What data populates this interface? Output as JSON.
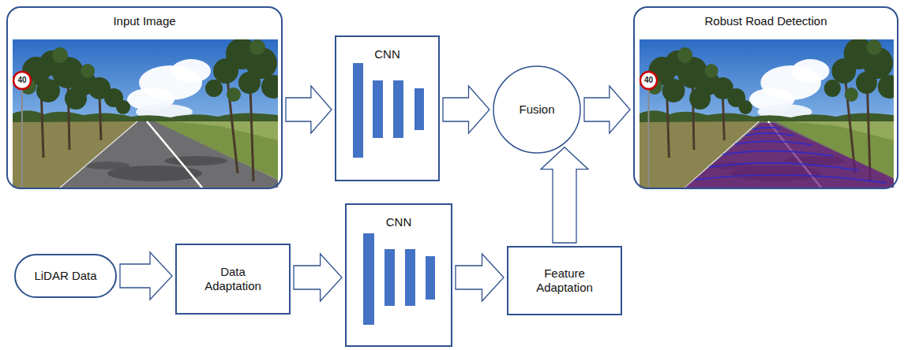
{
  "diagram": {
    "nodes": [
      {
        "text": [
          "Input Image"
        ]
      },
      {
        "text": [
          "CNN"
        ]
      },
      {
        "text": [
          "Fusion"
        ]
      },
      {
        "text": [
          "Robust Road Detection"
        ]
      },
      {
        "text": [
          "LiDAR Data"
        ]
      },
      {
        "text": [
          "Data Adaptation"
        ]
      },
      {
        "text": [
          "CNN"
        ]
      },
      {
        "text": [
          "Feature Adaptation"
        ]
      }
    ],
    "edges": [
      {
        "from": 0,
        "to": 1,
        "arrow": "to"
      },
      {
        "from": 1,
        "to": 2,
        "arrow": "to"
      },
      {
        "from": 2,
        "to": 3,
        "arrow": "to"
      },
      {
        "from": 4,
        "to": 5,
        "arrow": "to"
      },
      {
        "from": 5,
        "to": 6,
        "arrow": "to"
      },
      {
        "from": 6,
        "to": 7,
        "arrow": "to"
      },
      {
        "from": 7,
        "to": 2,
        "arrow": "to"
      }
    ],
    "labels": [
      "40",
      "40"
    ]
  }
}
